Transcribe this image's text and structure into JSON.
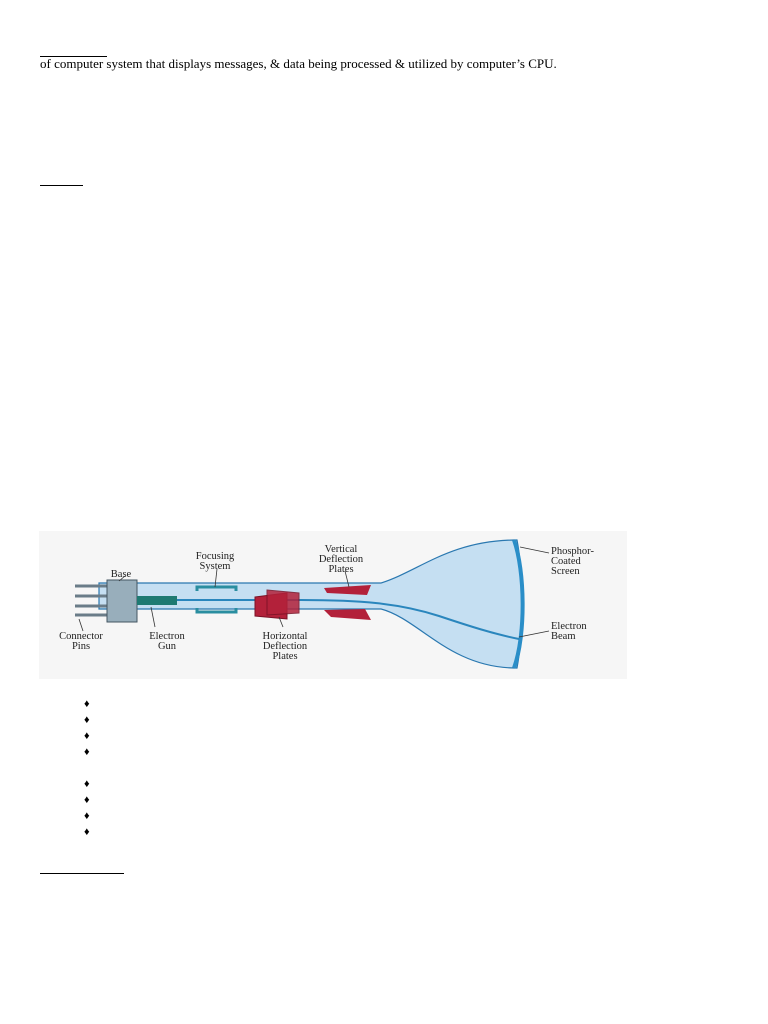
{
  "page": {
    "intro_text": "of computer system that displays messages, & data being processed & utilized by computer’s CPU."
  },
  "diagram": {
    "labels": {
      "base": "Base",
      "focusing_1": "Focusing",
      "focusing_2": "System",
      "vertical_1": "Vertical",
      "vertical_2": "Deflection",
      "vertical_3": "Plates",
      "phosphor_1": "Phosphor-",
      "phosphor_2": "Coated",
      "phosphor_3": "Screen",
      "connector_1": "Connector",
      "connector_2": "Pins",
      "gun_1": "Electron",
      "gun_2": "Gun",
      "horizontal_1": "Horizontal",
      "horizontal_2": "Deflection",
      "horizontal_3": "Plates",
      "beam_1": "Electron",
      "beam_2": "Beam"
    },
    "colors": {
      "tube_fill": "#c5dff2",
      "tube_stroke": "#2a78b0",
      "base": "#98aebb",
      "gun": "#1e7a72",
      "focusing": "#2a8ea0",
      "deflection": "#b3213a",
      "screen": "#2a8ec8"
    }
  },
  "bullet_glyph": "♦",
  "bullets_a": [
    "",
    "",
    "",
    ""
  ],
  "bullets_b": [
    "",
    "",
    "",
    ""
  ]
}
